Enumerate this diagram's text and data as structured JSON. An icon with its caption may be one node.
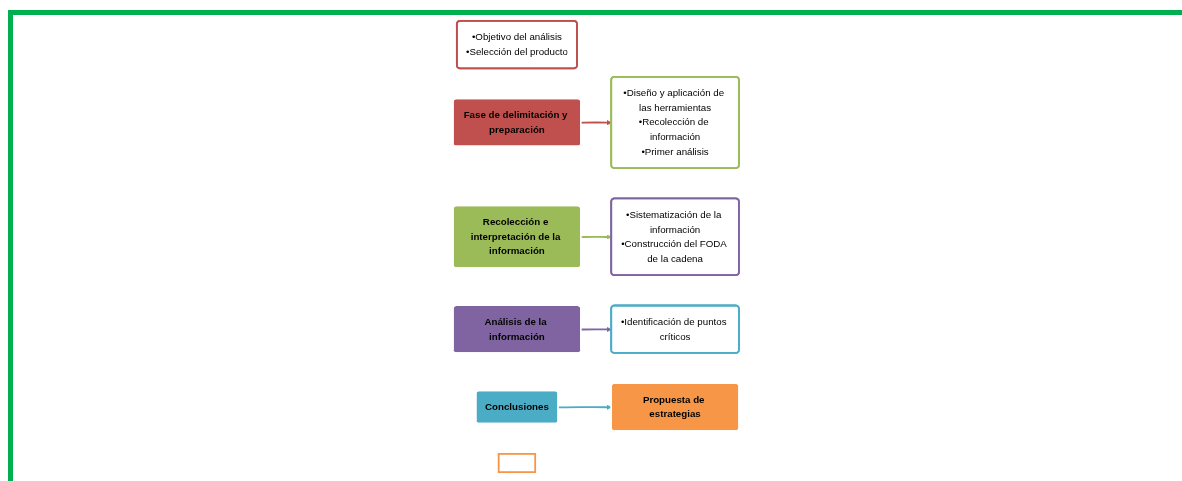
{
  "diagram": {
    "nodes": [
      {
        "text": [
          "•Objetivo del análisis",
          "•Selección del producto"
        ]
      },
      {
        "text": [
          "Fase de delimitación y preparación"
        ]
      },
      {
        "text": [
          "•Diseño y aplicación de las herramientas",
          "•Recolección de información",
          "•Primer análisis"
        ]
      },
      {
        "text": [
          "Recolección e interpretación de la información"
        ]
      },
      {
        "text": [
          "•Sistematización de la información",
          "•Construcción del FODA de la cadena"
        ]
      },
      {
        "text": [
          "Análisis de la información"
        ]
      },
      {
        "text": [
          "•Identificación de puntos críticos"
        ]
      },
      {
        "text": [
          "Conclusiones"
        ]
      },
      {
        "text": [],
        "shape": "box"
      },
      {
        "text": [
          "Propuesta de estrategias"
        ]
      }
    ],
    "edges": [
      {
        "from": 1,
        "to": 2,
        "arrow": "to",
        "color": "#c0504d"
      },
      {
        "from": 3,
        "to": 4,
        "arrow": "to",
        "color": "#9bbb59"
      },
      {
        "from": 5,
        "to": 6,
        "arrow": "to",
        "color": "#8064a2"
      },
      {
        "from": 7,
        "to": 9,
        "arrow": "to",
        "color": "#4bacc6"
      }
    ]
  }
}
